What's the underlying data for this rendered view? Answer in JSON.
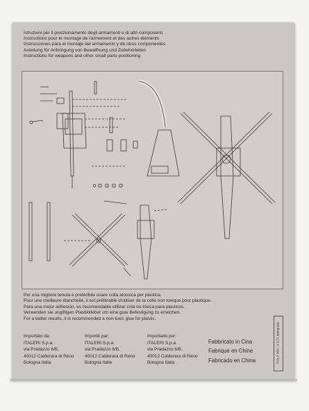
{
  "header": {
    "lines": [
      "Istruzioni per il posizionamento degli armamenti e di altri componenti",
      "Instructions pour le montage de l'armement et des autres éléments",
      "Instrucciones para el montaje del armamento y de otros componentes",
      "Anleitung für Anbringung von Bewaffnung und Zubehörteilen",
      "Instructions for weapons and other small parts positioning"
    ]
  },
  "notes": {
    "lines": [
      "Per una migliore tenuta è preferibile usare colla atossica per plastica.",
      "Pour une meilleure étanchéité, il est préférable d'utiliser de la colle non toxique pour plastique.",
      "Para una mejor adhesión, es recomendable utilizar cola no tóxica para plasticos.",
      "Verwenden sie ungiftigen Plastikkleber um eine gute Befestigung zu erreichen.",
      "For a better results, it is recommended a non-toxic glue for plastic."
    ]
  },
  "importers": [
    [
      "Importato da:",
      "ITALERI S.p.a.",
      "via Pradazzo 6/B,",
      "40012 Calderara di Reno",
      "Bologna Italia"
    ],
    [
      "Importé par:",
      "ITALERI S.p.a.",
      "via Pradazzo 6/B,",
      "40012 Calderara di Reno",
      "Bologna Italie"
    ],
    [
      "Importado por:",
      "ITALERI S.p.a.",
      "via Pradazzo 6/B,",
      "40012 Calderara di Reno",
      "Bologna Italia"
    ]
  ],
  "made_in": [
    "Fabbricato in Cina",
    "Fabriqué en Chine",
    "Fabricado en China"
  ],
  "side_code": "ROLP 065 - A 1/72 Mangusta",
  "colors": {
    "sheet": "#c9c8c5",
    "ink": "#2a2a2a",
    "background": "#f4f4f1"
  }
}
